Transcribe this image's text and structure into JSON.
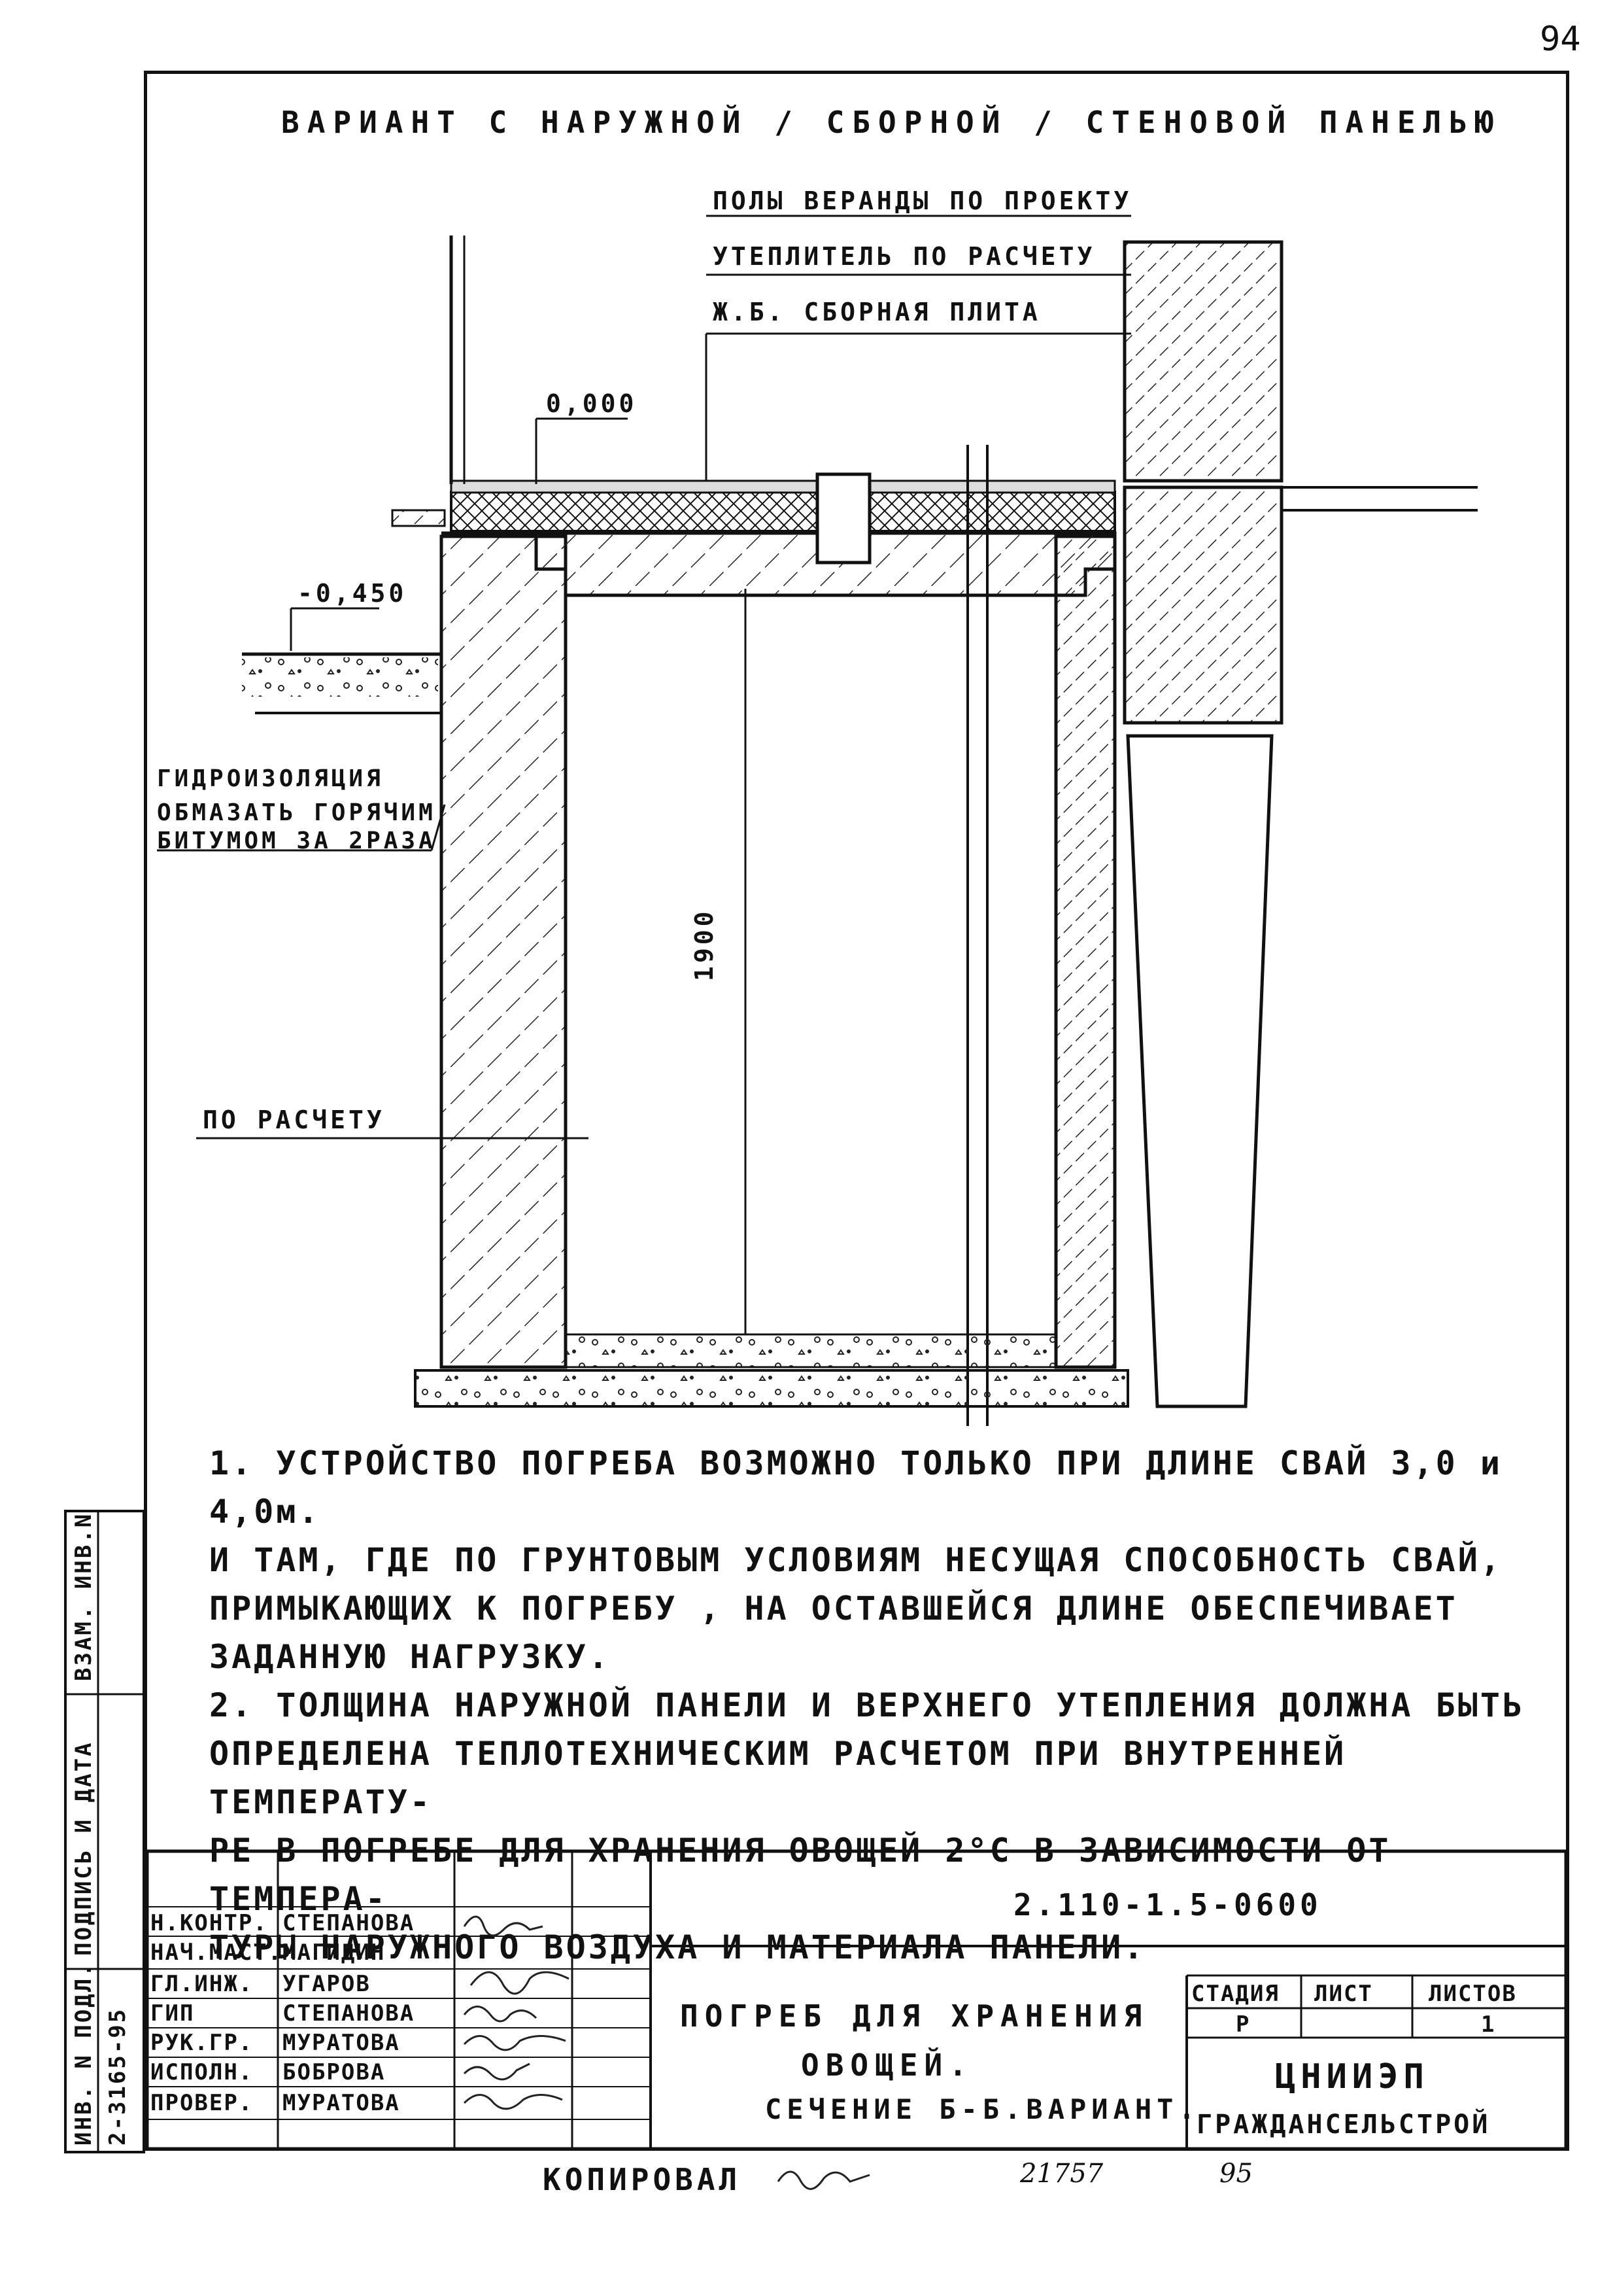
{
  "page_number": "94",
  "title": "ВАРИАНТ С НАРУЖНОЙ / СБОРНОЙ / СТЕНОВОЙ ПАНЕЛЬЮ",
  "callouts": {
    "floor": "ПОЛЫ ВЕРАНДЫ ПО ПРОЕКТУ",
    "insulation": "УТЕПЛИТЕЛЬ ПО РАСЧЕТУ",
    "slab": "Ж.Б. СБОРНАЯ ПЛИТА",
    "level_zero": "0,000",
    "level_ground": "-0,450",
    "waterproofing_1": "ГИДРОИЗОЛЯЦИЯ",
    "waterproofing_2": "ОБМАЗАТЬ ГОРЯЧИМ",
    "waterproofing_3": "БИТУМОМ ЗА 2РАЗА",
    "by_calc": "ПО РАСЧЕТУ",
    "height_dim": "1900"
  },
  "notes": {
    "n1_l1": "1. УСТРОЙСТВО ПОГРЕБА ВОЗМОЖНО ТОЛЬКО ПРИ ДЛИНЕ СВАЙ 3,0 и 4,0м.",
    "n1_l2": "И ТАМ, ГДЕ ПО ГРУНТОВЫМ УСЛОВИЯМ НЕСУЩАЯ СПОСОБНОСТЬ СВАЙ,",
    "n1_l3": "ПРИМЫКАЮЩИХ К ПОГРЕБУ , НА ОСТАВШЕЙСЯ ДЛИНЕ ОБЕСПЕЧИВАЕТ",
    "n1_l4": "ЗАДАННУЮ НАГРУЗКУ.",
    "n2_l1": "2. ТОЛЩИНА НАРУЖНОЙ ПАНЕЛИ И ВЕРХНЕГО УТЕПЛЕНИЯ ДОЛЖНА БЫТЬ",
    "n2_l2": "ОПРЕДЕЛЕНА ТЕПЛОТЕХНИЧЕСКИМ РАСЧЕТОМ ПРИ ВНУТРЕННЕЙ ТЕМПЕРАТУ-",
    "n2_l3": "РЕ В ПОГРЕБЕ ДЛЯ ХРАНЕНИЯ ОВОЩЕЙ 2°С В ЗАВИСИМОСТИ ОТ ТЕМПЕРА-",
    "n2_l4": "ТУРЫ НАРУЖНОГО ВОЗДУХА И МАТЕРИАЛА ПАНЕЛИ."
  },
  "side_labels": {
    "vzam": "ВЗАМ. ИНВ.N",
    "podpis": "ПОДПИСЬ И ДАТА",
    "inv": "ИНВ. N ПОДЛ.",
    "inv_value": "2-3165-95"
  },
  "title_block": {
    "doc_code": "2.110-1.5-0600",
    "roles": [
      "Н.КОНТР.",
      "НАЧ.МАСТ.",
      "ГЛ.ИНЖ.",
      "ГИП",
      "РУК.ГР.",
      "ИСПОЛН.",
      "ПРОВЕР."
    ],
    "names": [
      "СТЕПАНОВА",
      "МАГИДИН",
      "УГАРОВ",
      "СТЕПАНОВА",
      "МУРАТОВА",
      "БОБРОВА",
      "МУРАТОВА"
    ],
    "drawing_title_1": "ПОГРЕБ ДЛЯ ХРАНЕНИЯ",
    "drawing_title_2": "ОВОЩЕЙ.",
    "drawing_title_3": "СЕЧЕНИЕ Б-Б.ВАРИАНТ.",
    "stage_label": "СТАДИЯ",
    "sheet_label": "ЛИСТ",
    "sheets_label": "ЛИСТОВ",
    "stage_value": "Р",
    "sheets_value": "1",
    "org_1": "ЦНИИЭП",
    "org_2": "ГРАЖДАНСЕЛЬСТРОЙ"
  },
  "footer": {
    "copied": "КОПИРОВАЛ",
    "number": "21757",
    "format": "95"
  }
}
